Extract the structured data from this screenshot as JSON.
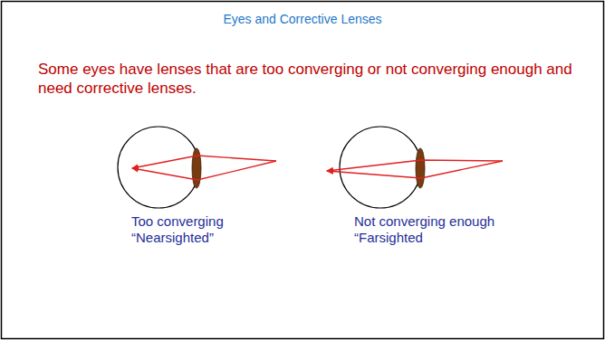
{
  "diagram": {
    "title": "Eyes and Corrective Lenses",
    "labels": [
      "Some eyes have lenses that are too converging or not converging enough and need corrective lenses.",
      "Too converging",
      "“Nearsighted”",
      "Not converging enough",
      "“Farsighted"
    ]
  }
}
